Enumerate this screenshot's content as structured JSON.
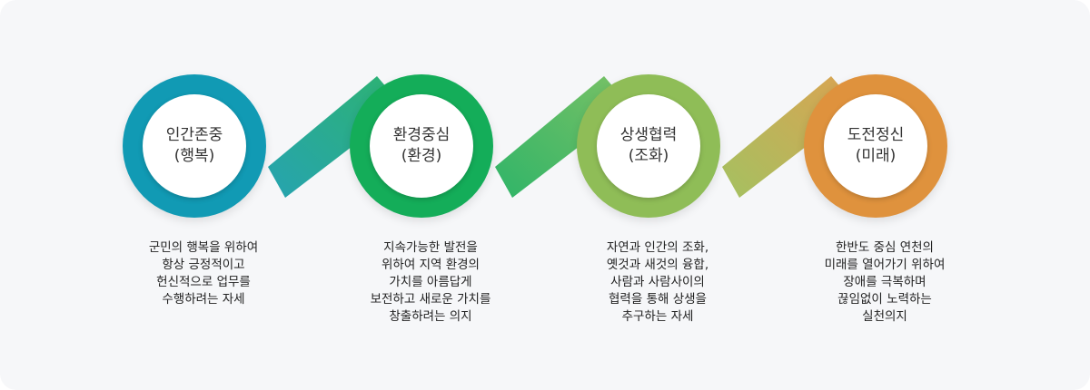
{
  "colors": {
    "teal": "#119ab4",
    "green": "#14ad59",
    "olive_green": "#8fbd57",
    "orange": "#df923d"
  },
  "values": [
    {
      "title": "인간존중",
      "subtitle": "(행복)",
      "color": "#119ab4",
      "description": [
        "군민의 행복을 위하여",
        "항상 긍정적이고",
        "헌신적으로 업무를",
        "수행하려는 자세"
      ]
    },
    {
      "title": "환경중심",
      "subtitle": "(환경)",
      "color": "#14ad59",
      "description": [
        "지속가능한 발전을",
        "위하여 지역 환경의",
        "가치를 아름답게",
        "보전하고 새로운 가치를",
        "창출하려는 의지"
      ]
    },
    {
      "title": "상생협력",
      "subtitle": "(조화)",
      "color": "#8fbd57",
      "description": [
        "자연과 인간의 조화,",
        "옛것과 새것의 융합,",
        "사람과 사람사이의",
        "협력을 통해 상생을",
        "추구하는 자세"
      ]
    },
    {
      "title": "도전정신",
      "subtitle": "(미래)",
      "color": "#df923d",
      "description": [
        "한반도 중심 연천의",
        "미래를 열어가기 위하여",
        "장애를 극복하며",
        "끊임없이 노력하는",
        "실천의지"
      ]
    }
  ]
}
